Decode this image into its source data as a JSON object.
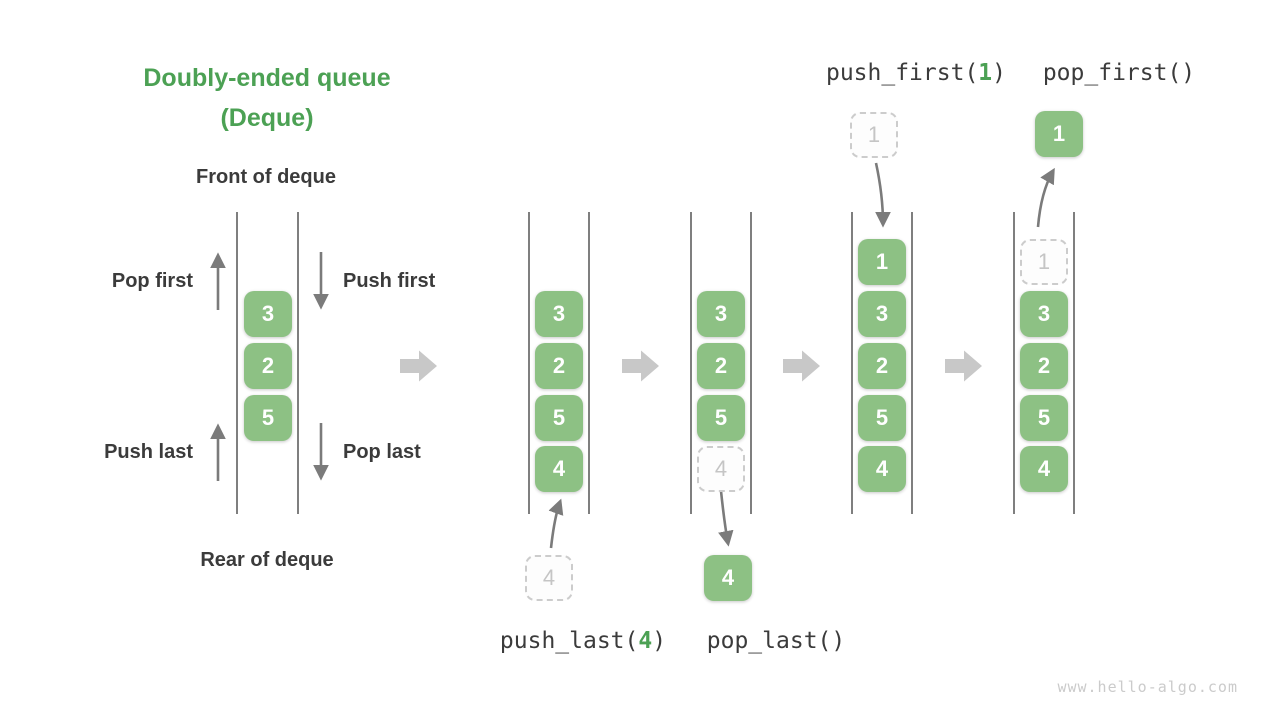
{
  "title": {
    "line1": "Doubly-ended queue",
    "line2": "(Deque)"
  },
  "labels": {
    "front": "Front of deque",
    "rear": "Rear of deque",
    "pop_first": "Pop first",
    "push_first": "Push first",
    "push_last": "Push last",
    "pop_last": "Pop last"
  },
  "operations": {
    "push_first": {
      "prefix": "push_first(",
      "arg": "1",
      "suffix": ")"
    },
    "pop_first": {
      "text": "pop_first()"
    },
    "push_last": {
      "prefix": "push_last(",
      "arg": "4",
      "suffix": ")"
    },
    "pop_last": {
      "text": "pop_last()"
    }
  },
  "queues": [
    {
      "name": "initial-deque",
      "cells": [
        {
          "value": "3",
          "style": "solid"
        },
        {
          "value": "2",
          "style": "solid"
        },
        {
          "value": "5",
          "style": "solid"
        }
      ]
    },
    {
      "name": "during-push-last",
      "cells": [
        {
          "value": "3",
          "style": "solid"
        },
        {
          "value": "2",
          "style": "solid"
        },
        {
          "value": "5",
          "style": "solid"
        },
        {
          "value": "4",
          "style": "solid"
        }
      ]
    },
    {
      "name": "during-pop-last",
      "cells": [
        {
          "value": "3",
          "style": "solid"
        },
        {
          "value": "2",
          "style": "solid"
        },
        {
          "value": "5",
          "style": "solid"
        },
        {
          "value": "4",
          "style": "dashed"
        }
      ]
    },
    {
      "name": "during-push-first",
      "cells": [
        {
          "value": "1",
          "style": "solid"
        },
        {
          "value": "3",
          "style": "solid"
        },
        {
          "value": "2",
          "style": "solid"
        },
        {
          "value": "5",
          "style": "solid"
        },
        {
          "value": "4",
          "style": "solid"
        }
      ]
    },
    {
      "name": "during-pop-first",
      "cells": [
        {
          "value": "1",
          "style": "dashed"
        },
        {
          "value": "3",
          "style": "solid"
        },
        {
          "value": "2",
          "style": "solid"
        },
        {
          "value": "5",
          "style": "solid"
        },
        {
          "value": "4",
          "style": "solid"
        }
      ]
    }
  ],
  "staged_items": {
    "push_last_incoming": {
      "value": "4",
      "style": "dashed"
    },
    "pop_last_outgoing": {
      "value": "4",
      "style": "solid"
    },
    "push_first_incoming": {
      "value": "1",
      "style": "dashed"
    },
    "pop_first_outgoing": {
      "value": "1",
      "style": "solid"
    }
  },
  "icons": {
    "flow_arrows": "right-block-arrow",
    "op_arrows": "thin-gray-arrow"
  },
  "colors": {
    "green_box": "#8DC184",
    "green_text": "#4CA154",
    "dark_text": "#3B3B3B",
    "arrow_gray": "#7B7B7B",
    "block_arrow_gray": "#C8C8C8",
    "wall_gray": "#7F7F7F",
    "dashed_border": "#CCCCCC",
    "dashed_text": "#C5C5C5",
    "watermark": "#CBCBCB"
  },
  "watermark": "www.hello-algo.com"
}
